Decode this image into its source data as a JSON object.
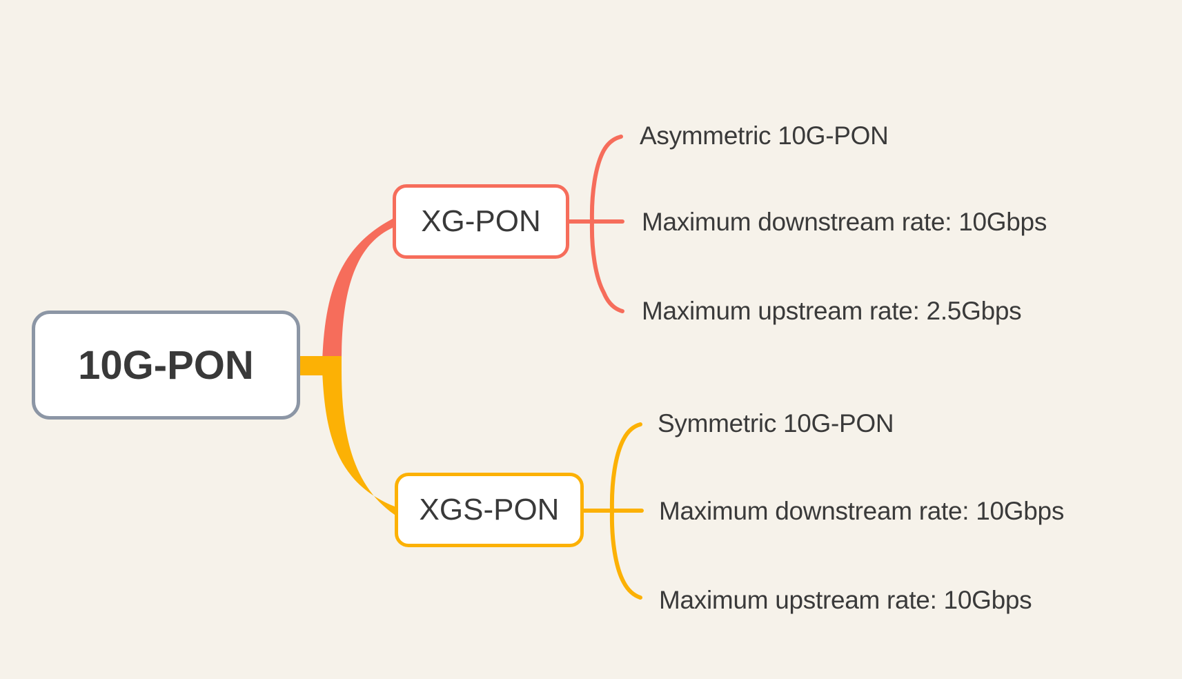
{
  "title": "10G-PON mind map",
  "canvas": {
    "background": "#f6f2ea"
  },
  "root": {
    "label": "10G-PON",
    "border_color": "#8c96a5",
    "fill": "#ffffff",
    "text_color": "#393939"
  },
  "branches": [
    {
      "label": "XG-PON",
      "color": "#f66d5b",
      "node_fill": "#ffffff",
      "text_color": "#393939",
      "children": [
        "Asymmetric 10G-PON",
        "Maximum downstream rate: 10Gbps",
        "Maximum upstream rate: 2.5Gbps"
      ]
    },
    {
      "label": "XGS-PON",
      "color": "#fcb105",
      "node_fill": "#ffffff",
      "text_color": "#393939",
      "children": [
        "Symmetric 10G-PON",
        "Maximum downstream rate: 10Gbps",
        "Maximum upstream rate: 10Gbps"
      ]
    }
  ]
}
